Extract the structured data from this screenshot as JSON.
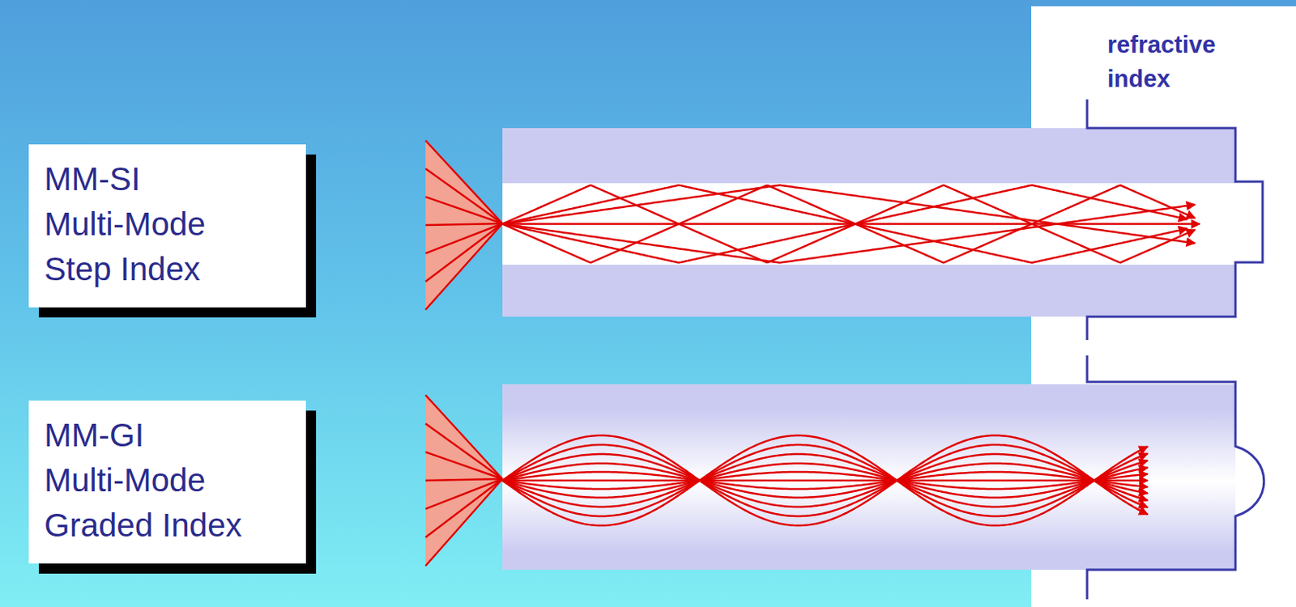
{
  "diagram": {
    "nodes": [
      {
        "text": [
          "MM-SI",
          "Multi-Mode Step Index"
        ]
      },
      {
        "text": [
          "MM-GI",
          "Multi-Mode Graded Index"
        ]
      }
    ],
    "labels": [
      "refractive index"
    ]
  }
}
